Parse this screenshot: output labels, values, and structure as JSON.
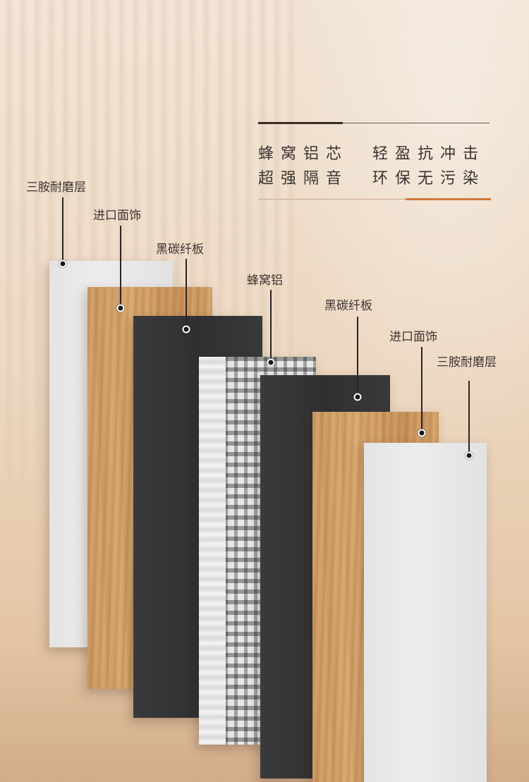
{
  "headline": {
    "row1_left": "蜂窝铝芯",
    "row1_right": "轻盈抗冲击",
    "row2_left": "超强隔音",
    "row2_right": "环保无污染"
  },
  "layers": {
    "left_melamine": "三胺耐磨层",
    "left_veneer": "进口面饰",
    "left_carbon": "黑碳纤板",
    "core": "蜂窝铝",
    "right_carbon": "黑碳纤板",
    "right_veneer": "进口面饰",
    "right_melamine": "三胺耐磨层"
  },
  "colors": {
    "background": "#ecd8c2",
    "accent": "#d07a3c",
    "wood": "#d4a269",
    "carbon": "#333436",
    "melamine": "#e6e6e6"
  }
}
